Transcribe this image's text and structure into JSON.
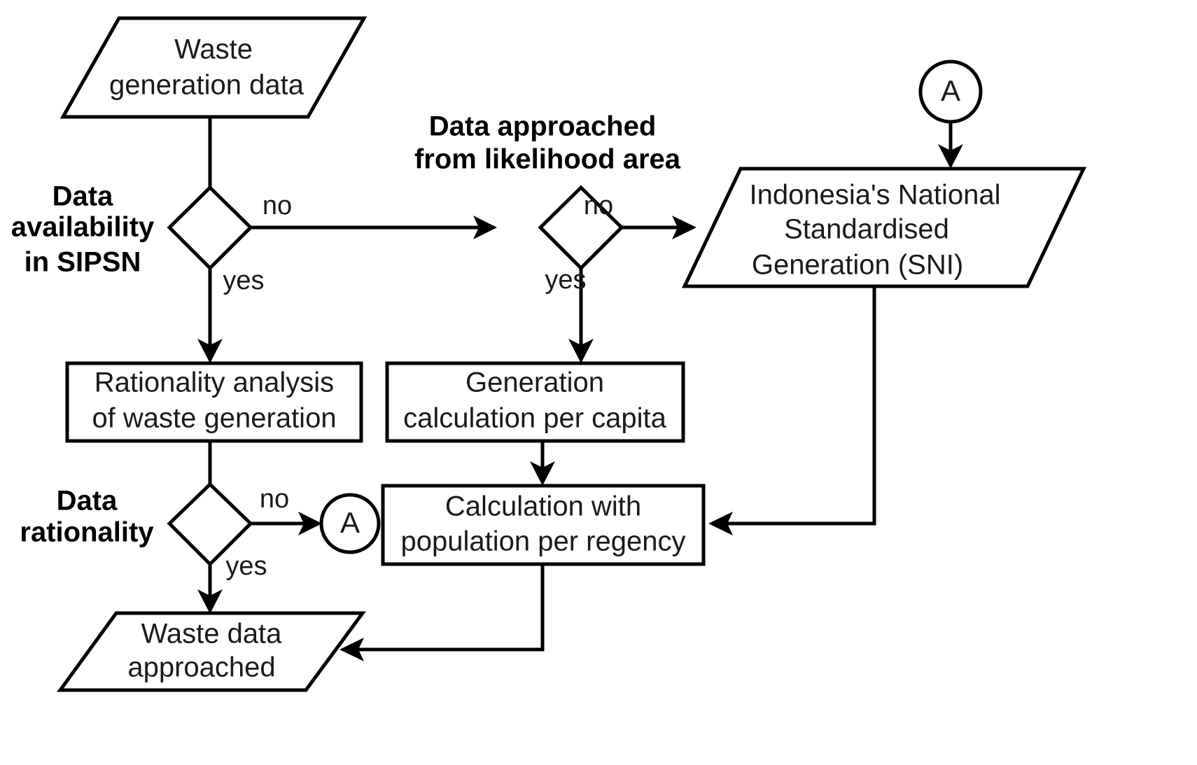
{
  "diagram": {
    "title": "Waste data approach flowchart",
    "colors": {
      "stroke": "#000000",
      "fill": "#ffffff",
      "text": "#1a1a1a"
    },
    "nodes": {
      "waste_generation_data": {
        "shape": "parallelogram",
        "line1": "Waste",
        "line2": "generation data"
      },
      "sni_generation": {
        "shape": "parallelogram",
        "line1": "Indonesia's National",
        "line2": "Standardised",
        "line3": "Generation (SNI)"
      },
      "rationality_analysis": {
        "shape": "rectangle",
        "line1": "Rationality analysis",
        "line2": "of waste generation"
      },
      "generation_calculation": {
        "shape": "rectangle",
        "line1": "Generation",
        "line2": "calculation per capita"
      },
      "calculation_population": {
        "shape": "rectangle",
        "line1": "Calculation with",
        "line2": "population per regency"
      },
      "waste_data_approached": {
        "shape": "parallelogram",
        "line1": "Waste data",
        "line2": "approached"
      },
      "decision_sipsn": {
        "shape": "diamond",
        "label_line1": "Data",
        "label_line2": "availability",
        "label_line3": "in SIPSN"
      },
      "decision_likelihood": {
        "shape": "diamond",
        "label_line1": "Data approached",
        "label_line2": "from likelihood area"
      },
      "decision_rationality": {
        "shape": "diamond",
        "label_line1": "Data",
        "label_line2": "rationality"
      },
      "connector_a_top": {
        "shape": "circle",
        "letter": "A"
      },
      "connector_a_bottom": {
        "shape": "circle",
        "letter": "A"
      }
    },
    "edge_labels": {
      "sipsn_no": "no",
      "sipsn_yes": "yes",
      "likelihood_no": "no",
      "likelihood_yes": "yes",
      "rationality_no": "no",
      "rationality_yes": "yes"
    }
  }
}
